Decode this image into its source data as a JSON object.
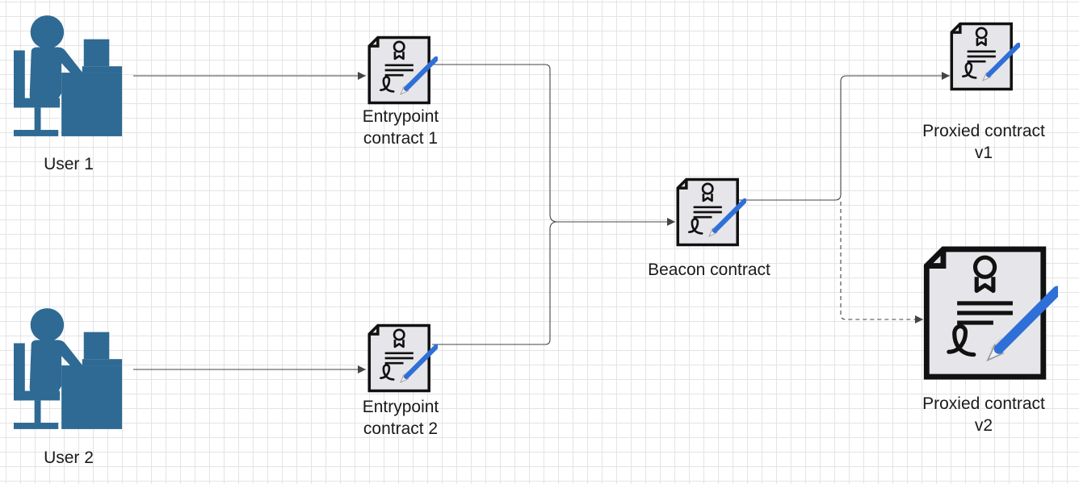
{
  "nodes": {
    "user_1": {
      "label": "User 1",
      "icon": "user-at-computer-icon"
    },
    "user_2": {
      "label": "User 2",
      "icon": "user-at-computer-icon"
    },
    "entrypoint_1": {
      "label_line1": "Entrypoint",
      "label_line2": "contract 1",
      "icon": "contract-icon"
    },
    "entrypoint_2": {
      "label_line1": "Entrypoint",
      "label_line2": "contract 2",
      "icon": "contract-icon"
    },
    "beacon": {
      "label": "Beacon contract",
      "icon": "contract-icon"
    },
    "proxied_v1": {
      "label_line1": "Proxied contract",
      "label_line2": "v1",
      "icon": "contract-icon"
    },
    "proxied_v2": {
      "label_line1": "Proxied contract",
      "label_line2": "v2",
      "icon": "contract-icon"
    }
  },
  "edges": [
    {
      "from": "User 1",
      "to": "Entrypoint contract 1",
      "style": "solid"
    },
    {
      "from": "User 2",
      "to": "Entrypoint contract 2",
      "style": "solid"
    },
    {
      "from": "Entrypoint contract 1",
      "to": "Beacon contract",
      "style": "solid"
    },
    {
      "from": "Entrypoint contract 2",
      "to": "Beacon contract",
      "style": "solid"
    },
    {
      "from": "Beacon contract",
      "to": "Proxied contract v1",
      "style": "solid"
    },
    {
      "from": "Beacon contract",
      "to": "Proxied contract v2",
      "style": "dashed"
    }
  ],
  "colors": {
    "user_icon": "#2e6a93",
    "contract_paper": "#e6e6ea",
    "contract_outline": "#111111",
    "pen": "#2f6fd8",
    "edge": "#444444"
  }
}
